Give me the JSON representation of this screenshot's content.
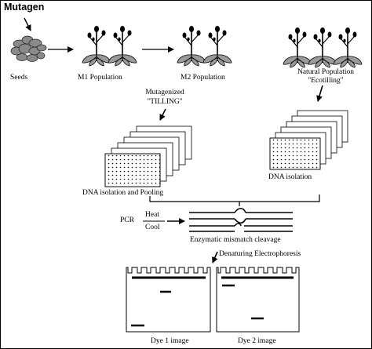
{
  "labels": {
    "mutagen": "Mutagen",
    "seeds": "Seeds",
    "m1": "M1 Population",
    "m2": "M2 Population",
    "mutagenized_1": "Mutagenized",
    "mutagenized_2": "\"TILLING\"",
    "natural_1": "Natural Population",
    "natural_2": "\"Ecotilling\"",
    "dna_pooling": "DNA isolation and Pooling",
    "dna_isolation": "DNA isolation",
    "pcr": "PCR",
    "heat": "Heat",
    "cool": "Cool",
    "mismatch": "Enzymatic mismatch  cleavage",
    "electrophoresis": "Denaturing Electrophoresis",
    "dye1": "Dye 1 image",
    "dye2": "Dye 2 image"
  },
  "colors": {
    "ink": "#000000",
    "plate": "#ffffff",
    "seed": "#8a8a8a",
    "leaf": "#9a9a9a"
  }
}
